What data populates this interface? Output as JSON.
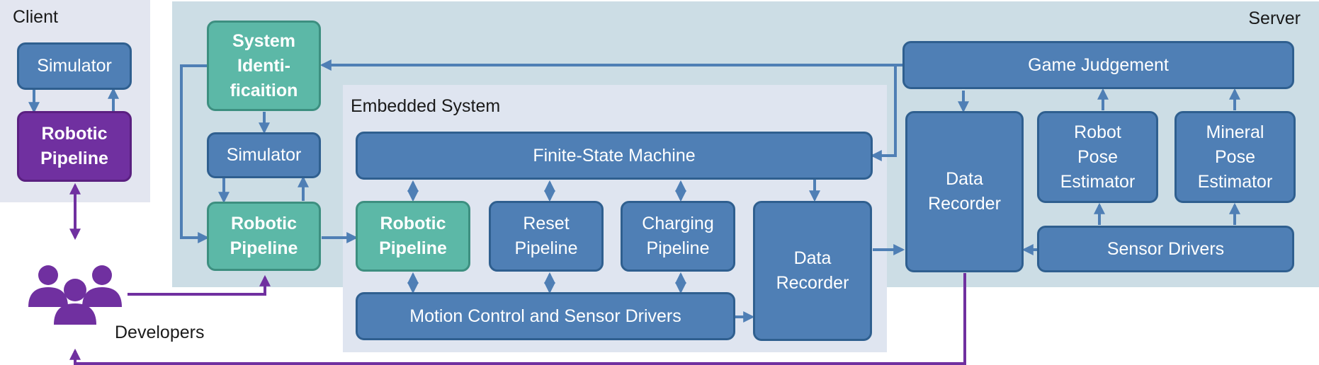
{
  "regions": {
    "client": "Client",
    "server": "Server",
    "embedded": "Embedded System"
  },
  "nodes": {
    "client_simulator": "Simulator",
    "client_pipeline": "Robotic\nPipeline",
    "sysid": "System\nIdenti-\nficaition",
    "server_simulator": "Simulator",
    "server_pipeline": "Robotic\nPipeline",
    "embedded_pipeline": "Robotic\nPipeline",
    "fsm": "Finite-State Machine",
    "reset_pipeline": "Reset\nPipeline",
    "charging_pipeline": "Charging\nPipeline",
    "embedded_recorder": "Data\nRecorder",
    "motion_control": "Motion Control and Sensor Drivers",
    "game_judgement": "Game Judgement",
    "server_recorder": "Data\nRecorder",
    "robot_pose": "Robot\nPose\nEstimator",
    "mineral_pose": "Mineral\nPose\nEstimator",
    "sensor_drivers": "Sensor Drivers"
  },
  "developers": "Developers",
  "colors": {
    "blue": "#4f7fb5",
    "teal": "#5cb8a7",
    "purple": "#7030a0",
    "arrow_blue": "#4f7fb5",
    "arrow_purple": "#7030a0"
  },
  "icons": {
    "developers": "people-group-icon"
  }
}
